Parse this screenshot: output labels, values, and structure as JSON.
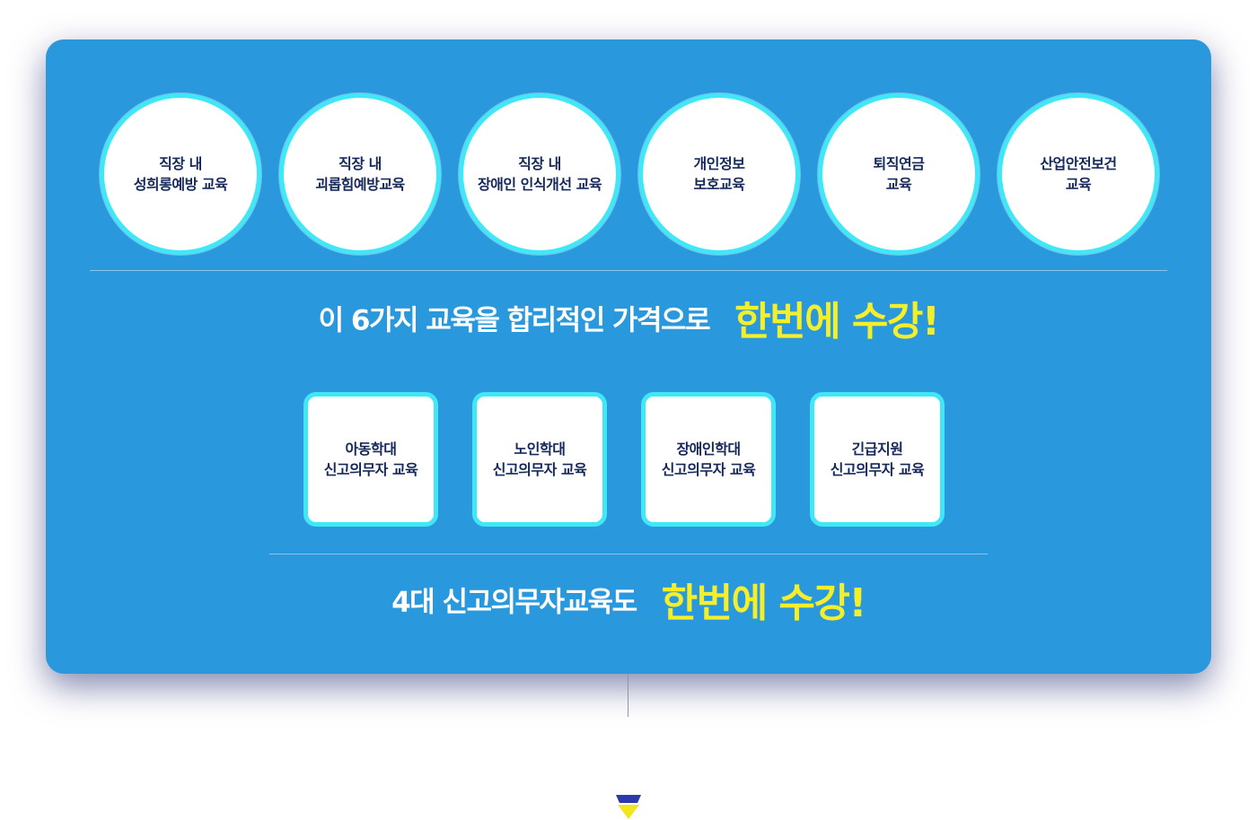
{
  "courses": [
    {
      "line1": "직장 내",
      "line2": "성희롱예방 교육"
    },
    {
      "line1": "직장 내",
      "line2": "괴롭힘예방교육"
    },
    {
      "line1": "직장 내",
      "line2": "장애인 인식개선 교육"
    },
    {
      "line1": "개인정보",
      "line2": "보호교육"
    },
    {
      "line1": "퇴직연금",
      "line2": "교육"
    },
    {
      "line1": "산업안전보건",
      "line2": "교육"
    }
  ],
  "headline1": {
    "text": "이 6가지 교육을 합리적인 가격으로",
    "highlight": "한번에 수강!"
  },
  "reporting_courses": [
    {
      "line1": "아동학대",
      "line2": "신고의무자 교육"
    },
    {
      "line1": "노인학대",
      "line2": "신고의무자 교육"
    },
    {
      "line1": "장애인학대",
      "line2": "신고의무자 교육"
    },
    {
      "line1": "긴급지원",
      "line2": "신고의무자 교육"
    }
  ],
  "headline2": {
    "text": "4대 신고의무자교육도",
    "highlight": "한번에 수강!"
  },
  "colors": {
    "panel": "#2a98dc",
    "ring": "#3fe7f7",
    "highlight": "#f4ef2a",
    "label": "#15285a",
    "arrow_top": "#2b3aa8",
    "arrow_bottom": "#f2e51c"
  },
  "icons": {
    "down_arrow": "down-chevron-icon"
  }
}
